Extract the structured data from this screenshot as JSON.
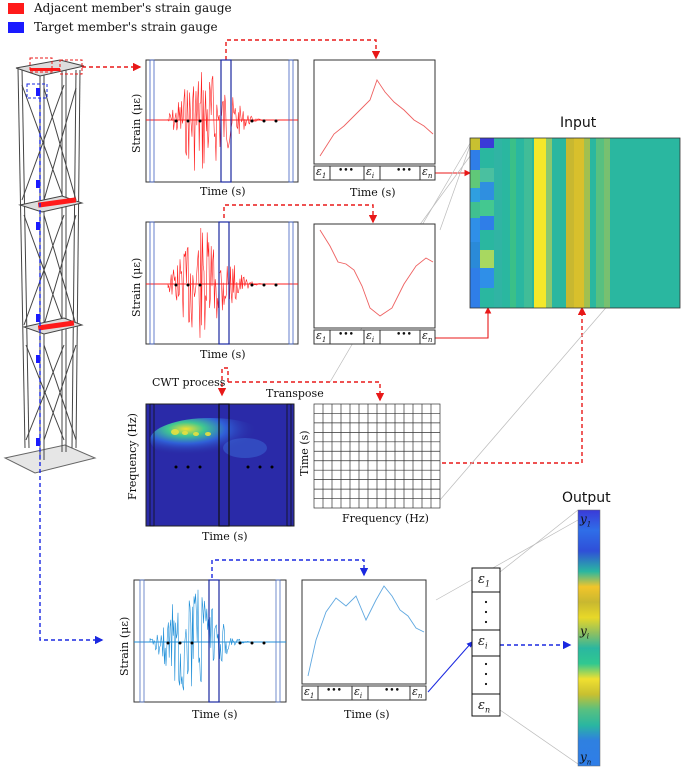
{
  "legend": {
    "adjacent": {
      "label": "Adjacent member's strain gauge",
      "color": "#ff1a1a"
    },
    "target": {
      "label": "Target member's strain gauge",
      "color": "#1a1aff"
    }
  },
  "panels": {
    "strain_ylabel": "Strain (με)",
    "time_xlabel": "Time (s)",
    "freq_ylabel": "Frequency (Hz)",
    "grid_xlabel": "Frequency (Hz)",
    "grid_ylabel": "Time (s)"
  },
  "process": {
    "cwt_label": "CWT process",
    "transpose_label": "Transpose"
  },
  "vector": {
    "first": "ε",
    "first_sub": "1",
    "mid": "ε",
    "mid_sub": "i",
    "last": "ε",
    "last_sub": "n",
    "dots": "•••"
  },
  "input_title": "Input",
  "output_title": "Output",
  "output_labels": {
    "top": "y",
    "top_sub": "1",
    "mid": "y",
    "mid_sub": "i",
    "bottom": "y",
    "bottom_sub": "n"
  },
  "colors": {
    "adjacent_signal": "#ff2020",
    "target_signal": "#1f8fd8",
    "arrow_red": "#e81818",
    "arrow_blue": "#1a28e0",
    "heatmap_base": "#2ab7a0"
  }
}
